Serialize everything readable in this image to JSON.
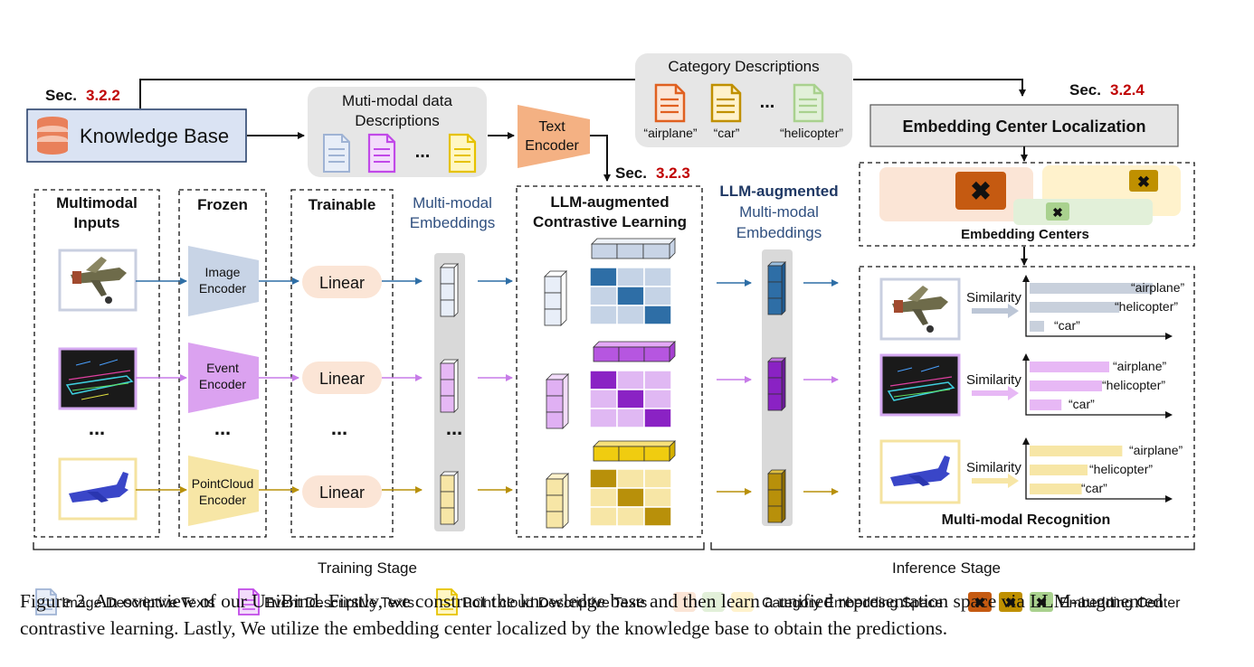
{
  "colors": {
    "image_blue": "#2e6ea6",
    "image_blue_light": "#d6dde8",
    "event_purple": "#8a22c4",
    "event_purple_light": "#e0b8f3",
    "point_gold": "#b8900a",
    "point_gold_light": "#f7e6a6",
    "sec_red": "#c00000",
    "encoder_orange": "#f4b183",
    "linear_bg": "#fbe5d6",
    "gray_panel": "#e6e6e6",
    "center_orange": "#c55a11",
    "center_gold": "#bf9000",
    "center_green": "#a9d18e",
    "space_orange": "#fbe5d6",
    "space_yellow": "#fff2cc",
    "space_green": "#e2f0d9"
  },
  "knowledge_base": {
    "sec_prefix": "Sec.",
    "sec_number": "3.2.2",
    "label": "Knowledge Base",
    "icon": "database-icon"
  },
  "multimodal_descriptions": {
    "title_line1": "Muti-modal data",
    "title_line2": "Descriptions",
    "ellipsis": "..."
  },
  "text_encoder": {
    "line1": "Text",
    "line2": "Encoder"
  },
  "sec_323": {
    "prefix": "Sec.",
    "number": "3.2.3"
  },
  "category_descriptions": {
    "title": "Category Descriptions",
    "ellipsis": "...",
    "items": [
      "“airplane”",
      "“car”",
      "“helicopter”"
    ]
  },
  "embedding_center_localization": {
    "sec_prefix": "Sec.",
    "sec_number": "3.2.4",
    "label": "Embedding Center Localization"
  },
  "embedding_centers": {
    "label": "Embedding Centers"
  },
  "columns": {
    "inputs_line1": "Multimodal",
    "inputs_line2": "Inputs",
    "frozen": "Frozen",
    "trainable": "Trainable",
    "mm_embed_line1": "Multi-modal",
    "mm_embed_line2": "Embeddings",
    "contrastive_line1": "LLM-augmented",
    "contrastive_line2": "Contrastive Learning",
    "llm_embed_line1": "LLM-augmented",
    "llm_embed_line2": "Multi-modal",
    "llm_embed_line3": "Embeddings"
  },
  "encoders": {
    "image": [
      "Image",
      "Encoder"
    ],
    "event": [
      "Event",
      "Encoder"
    ],
    "point": [
      "PointCloud",
      "Encoder"
    ]
  },
  "linear_label": "Linear",
  "ellipsis": "...",
  "recognition": {
    "similarity": "Similarity",
    "title": "Multi-modal Recognition",
    "rows": [
      {
        "labels": [
          "“airplane”",
          "“helicopter”",
          "“car”"
        ],
        "values": [
          0.85,
          0.62,
          0.1
        ]
      },
      {
        "labels": [
          "“airplane”",
          "“helicopter”",
          "“car”"
        ],
        "values": [
          0.55,
          0.5,
          0.22
        ]
      },
      {
        "labels": [
          "“airplane”",
          "“helicopter”",
          "“car”"
        ],
        "values": [
          0.64,
          0.4,
          0.36
        ]
      }
    ]
  },
  "stages": {
    "training": "Training Stage",
    "inference": "Inference Stage"
  },
  "legend": {
    "image_texts": "Image Descriptive Texts",
    "event_texts": "Event Descriptive Texts",
    "point_texts": "Point cloud Descriptive Texts",
    "space": "Category Embedding Space",
    "center": "Embedding Center"
  },
  "caption": "Figure 2. An overview of our UniBind. Firstly, we construct the knowledge base and then learn a unified representation space via LLM-augmented contrastive learning. Lastly, We utilize the embedding center localized by the knowledge base to obtain the predictions."
}
